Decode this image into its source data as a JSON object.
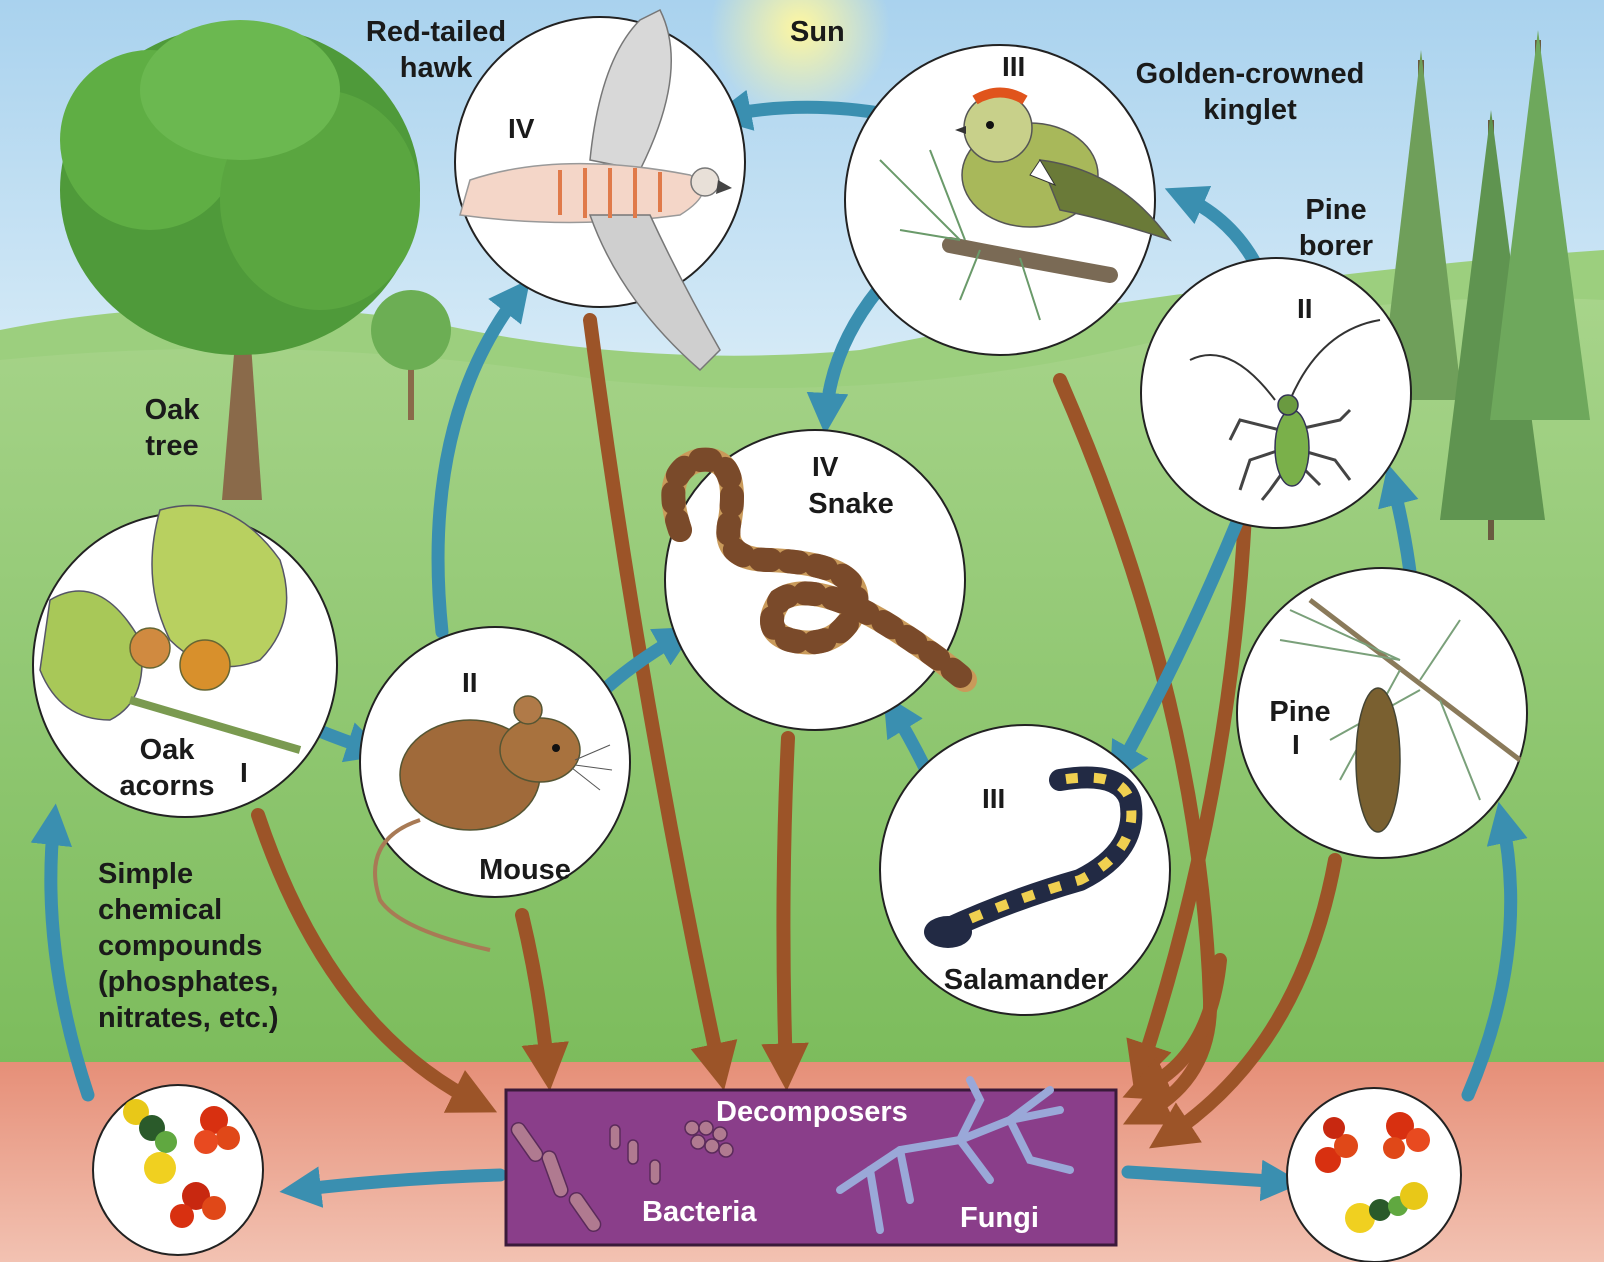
{
  "labels": {
    "sun": "Sun",
    "hawk_line1": "Red-tailed",
    "hawk_line2": "hawk",
    "kinglet_line1": "Golden-crowned",
    "kinglet_line2": "kinglet",
    "pine_borer_line1": "Pine",
    "pine_borer_line2": "borer",
    "oak_tree_line1": "Oak",
    "oak_tree_line2": "tree",
    "snake": "Snake",
    "oak_acorns_line1": "Oak",
    "oak_acorns_line2": "acorns",
    "mouse": "Mouse",
    "pine": "Pine",
    "salamander": "Salamander",
    "chem_line1": "Simple",
    "chem_line2": "chemical",
    "chem_line3": "compounds",
    "chem_line4": "(phosphates,",
    "chem_line5": "nitrates, etc.)",
    "decomposers": "Decomposers",
    "bacteria": "Bacteria",
    "fungi": "Fungi"
  },
  "trophic_levels": {
    "hawk": "IV",
    "kinglet": "III",
    "pine_borer": "II",
    "snake": "IV",
    "oak_acorns": "I",
    "mouse": "II",
    "pine": "I",
    "salamander": "III"
  },
  "colors": {
    "sky": "#bcdaf0",
    "grass": "#8cc66a",
    "soil": "#e8a08c",
    "feeding_arrow": "#3a8fb0",
    "decay_arrow": "#a85c2c",
    "decomposer_box": "#8a3e8a"
  }
}
